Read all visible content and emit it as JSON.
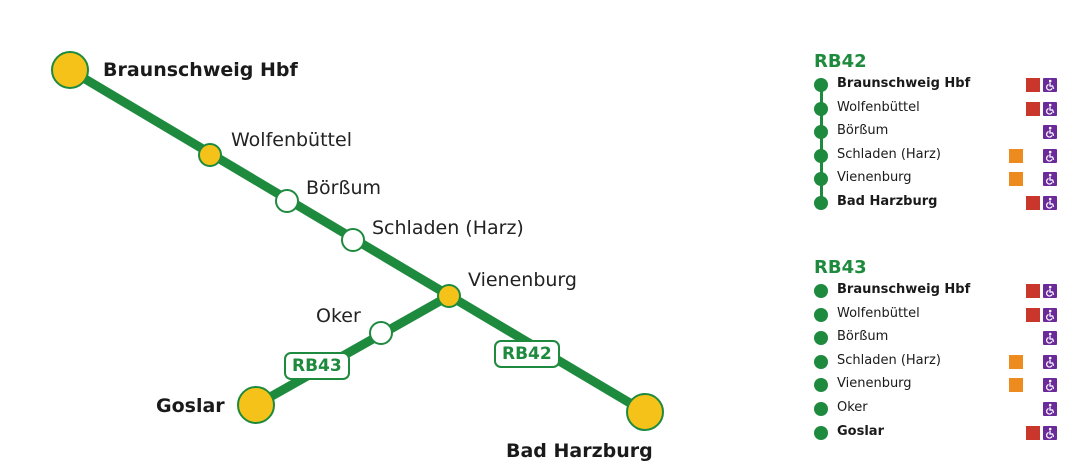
{
  "colors": {
    "line": "#1e8a3e",
    "major_station_fill": "#f5c21a",
    "minor_station_fill": "#ffffff",
    "red_marker": "#c8362c",
    "orange_marker": "#ee8b1f",
    "accessibility_marker": "#6a2a9a"
  },
  "map": {
    "stations": {
      "braunschweig": "Braunschweig Hbf",
      "wolfenbuettel": "Wolfenbüttel",
      "boerssum": "Börßum",
      "schladen": "Schladen (Harz)",
      "vienenburg": "Vienenburg",
      "oker": "Oker",
      "goslar": "Goslar",
      "bad_harzburg": "Bad Harzburg"
    },
    "badges": {
      "rb42": "RB42",
      "rb43": "RB43"
    }
  },
  "legend": [
    {
      "line": "RB42",
      "stations": [
        {
          "name": "Braunschweig Hbf",
          "bold": true,
          "markers": [
            "red",
            "accessible"
          ]
        },
        {
          "name": "Wolfenbüttel",
          "bold": false,
          "markers": [
            "red",
            "accessible"
          ]
        },
        {
          "name": "Börßum",
          "bold": false,
          "markers": [
            "accessible"
          ]
        },
        {
          "name": "Schladen (Harz)",
          "bold": false,
          "markers": [
            "orange",
            "accessible"
          ]
        },
        {
          "name": "Vienenburg",
          "bold": false,
          "markers": [
            "orange",
            "accessible"
          ]
        },
        {
          "name": "Bad Harzburg",
          "bold": true,
          "markers": [
            "red",
            "accessible"
          ]
        }
      ]
    },
    {
      "line": "RB43",
      "stations": [
        {
          "name": "Braunschweig Hbf",
          "bold": true,
          "markers": [
            "red",
            "accessible"
          ]
        },
        {
          "name": "Wolfenbüttel",
          "bold": false,
          "markers": [
            "red",
            "accessible"
          ]
        },
        {
          "name": "Börßum",
          "bold": false,
          "markers": [
            "accessible"
          ]
        },
        {
          "name": "Schladen (Harz)",
          "bold": false,
          "markers": [
            "orange",
            "accessible"
          ]
        },
        {
          "name": "Vienenburg",
          "bold": false,
          "markers": [
            "orange",
            "accessible"
          ]
        },
        {
          "name": "Oker",
          "bold": false,
          "markers": [
            "accessible"
          ]
        },
        {
          "name": "Goslar",
          "bold": true,
          "markers": [
            "red",
            "accessible"
          ]
        }
      ]
    }
  ]
}
